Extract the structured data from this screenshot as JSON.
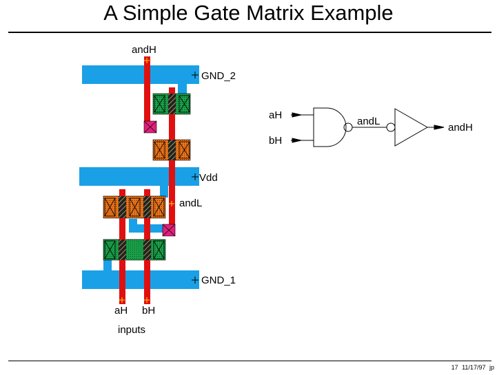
{
  "title": "A Simple Gate Matrix Example",
  "layout_labels": {
    "output": "andH",
    "gnd_top": "GND_2",
    "vdd": "Vdd",
    "andl": "andL",
    "gnd_bottom": "GND_1",
    "input_a": "aH",
    "input_b": "bH",
    "inputs": "inputs"
  },
  "schematic": {
    "input_a": "aH",
    "input_b": "bH",
    "wire": "andL",
    "output": "andH"
  },
  "footer": {
    "page": "17",
    "date": "11/17/97",
    "author": "jp"
  },
  "colors": {
    "metal": "#1aa0e6",
    "poly": "#e01010",
    "pdiff": "#e8741a",
    "ndiff": "#1a9a5a",
    "contact": "#e0207a",
    "plus_marker": "#ffd000"
  }
}
